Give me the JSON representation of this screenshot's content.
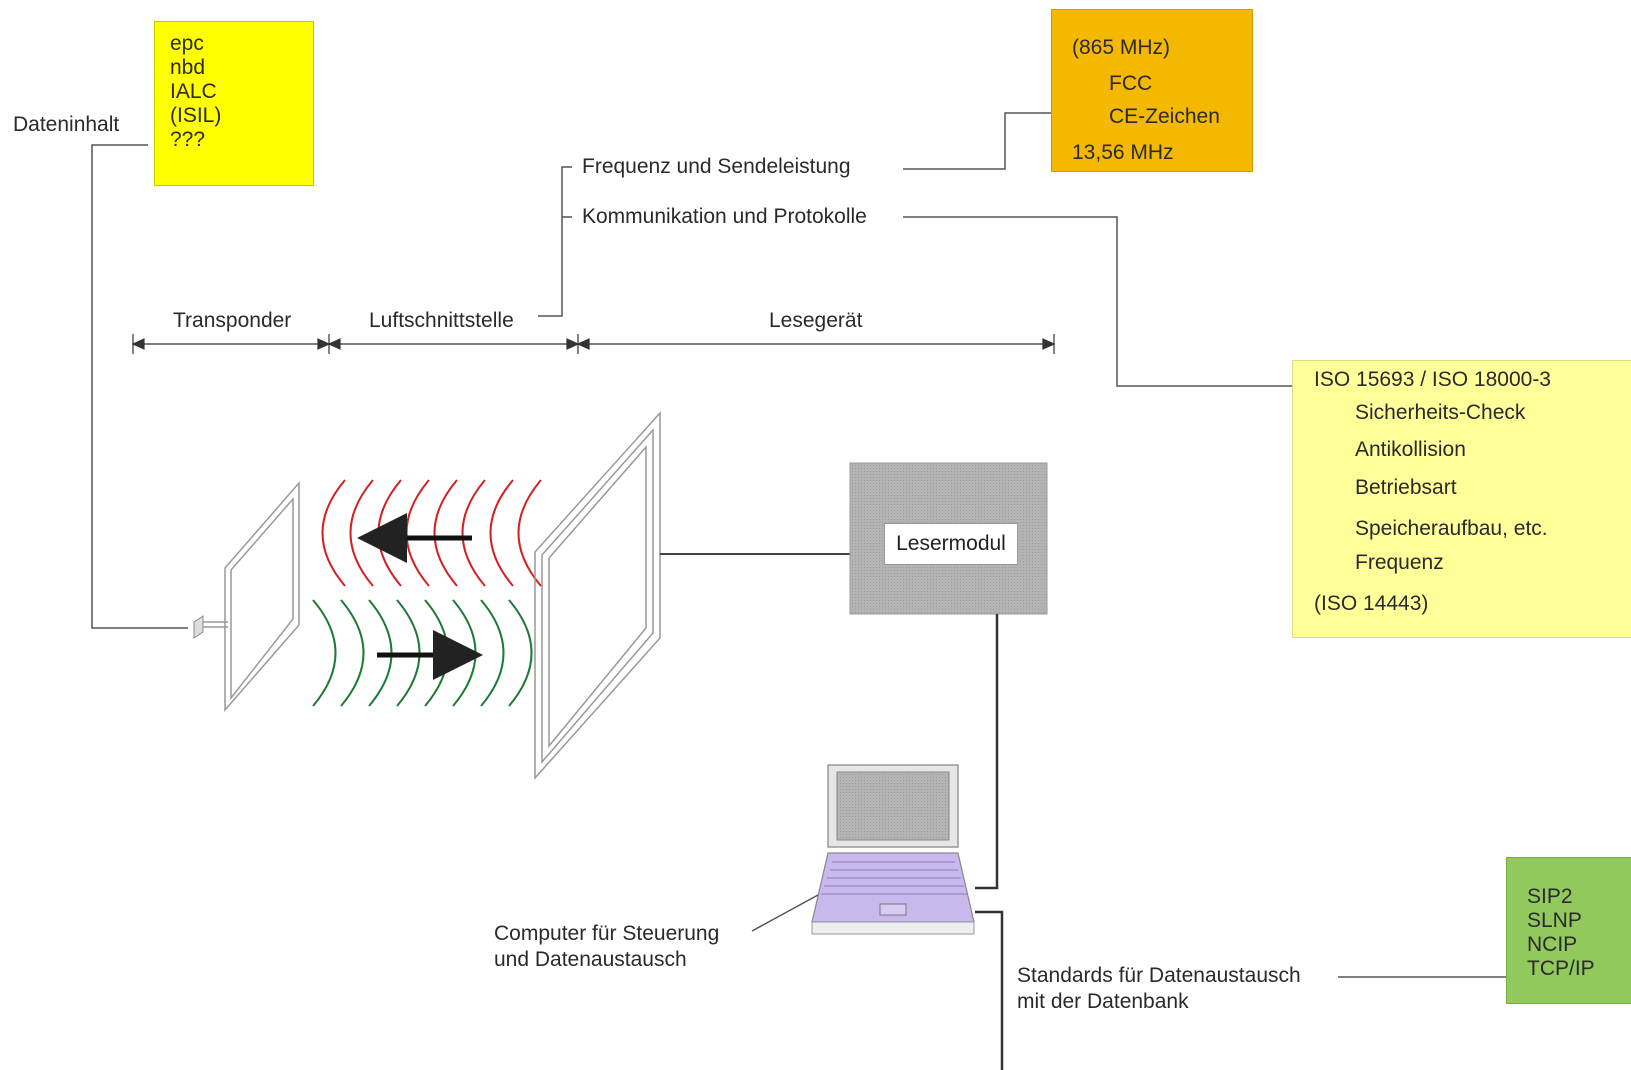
{
  "data_content": {
    "label": "Dateninhalt",
    "items": [
      "epc",
      "nbd",
      "IALC",
      "(ISIL)",
      "???"
    ]
  },
  "frequency_box": {
    "line1": "(865 MHz)",
    "sub1": "FCC",
    "sub2": "CE-Zeichen",
    "line2": "13,56 MHz"
  },
  "branch_labels": {
    "frequency": "Frequenz und Sendeleistung",
    "communication": "Kommunikation und Protokolle"
  },
  "segments": {
    "transponder": "Transponder",
    "air_interface": "Luftschnittstelle",
    "reader": "Lesegerät"
  },
  "iso_box": {
    "title": "ISO 15693 / ISO 18000-3",
    "items": [
      "Sicherheits-Check",
      "Antikollision",
      "Betriebsart",
      "Speicheraufbau, etc.",
      "Frequenz"
    ],
    "footer": "(ISO 14443)"
  },
  "reader_module": {
    "label": "Lesermodul"
  },
  "computer": {
    "line1": "Computer für Steuerung",
    "line2": "und Datenaustausch"
  },
  "exchange": {
    "line1": "Standards für Datenaustausch",
    "line2": "mit der Datenbank"
  },
  "standards_box": {
    "items": [
      "SIP2",
      "SLNP",
      "NCIP",
      "TCP/IP"
    ]
  },
  "colors": {
    "data_box": "#ffff00",
    "frequency_box": "#f5b800",
    "iso_box": "#ffff99",
    "standards_box": "#92c95c",
    "outgoing_waves": "#d42020",
    "incoming_waves": "#1e7a3a",
    "reader_module": "#b8b8b8",
    "laptop_keyboard": "#c8b8ee"
  }
}
